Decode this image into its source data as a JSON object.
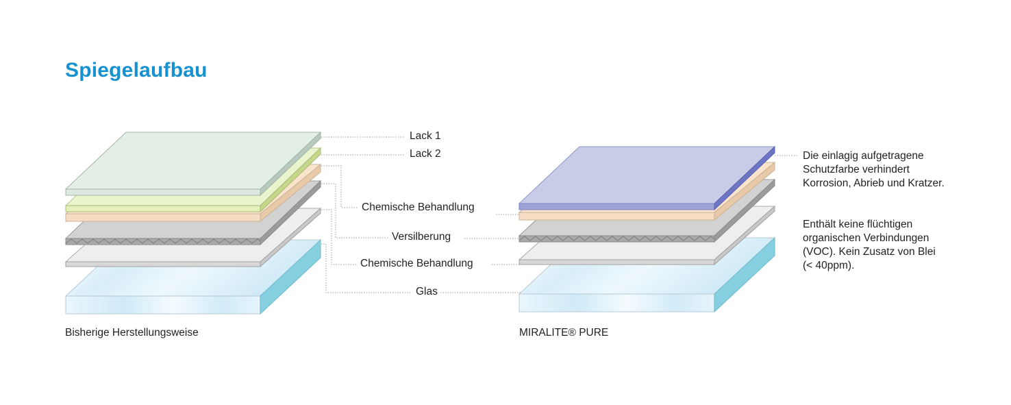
{
  "title": "Spiegelaufbau",
  "layer_labels": {
    "lack1": "Lack 1",
    "lack2": "Lack 2",
    "chem1": "Chemische Behandlung",
    "silver": "Versilberung",
    "chem2": "Chemische Behandlung",
    "glass": "Glas"
  },
  "captions": {
    "left": "Bisherige Herstellungsweise",
    "right": "MIRALITE® PURE"
  },
  "description": {
    "paragraph1": "Die einlagig aufgetragene Schutzfarbe verhindert Korrosion, Abrieb und Kratzer.",
    "paragraph2": "Enthält keine flüchtigen organischen Verbindungen (VOC). Kein Zusatz von Blei (< 40ppm)."
  },
  "colors": {
    "title": "#1592cf",
    "lack1": "#e3efe6",
    "lack2": "#e7f2c4",
    "chemical": "#fbe4cc",
    "silver": "#cfcfcf",
    "basecoat": "#eeeeee",
    "glass": "#d5ecf7",
    "glass_edge": "#86cfe0",
    "pure_paint": "#c9cce6",
    "pure_paint_edge": "#7b83c6"
  }
}
